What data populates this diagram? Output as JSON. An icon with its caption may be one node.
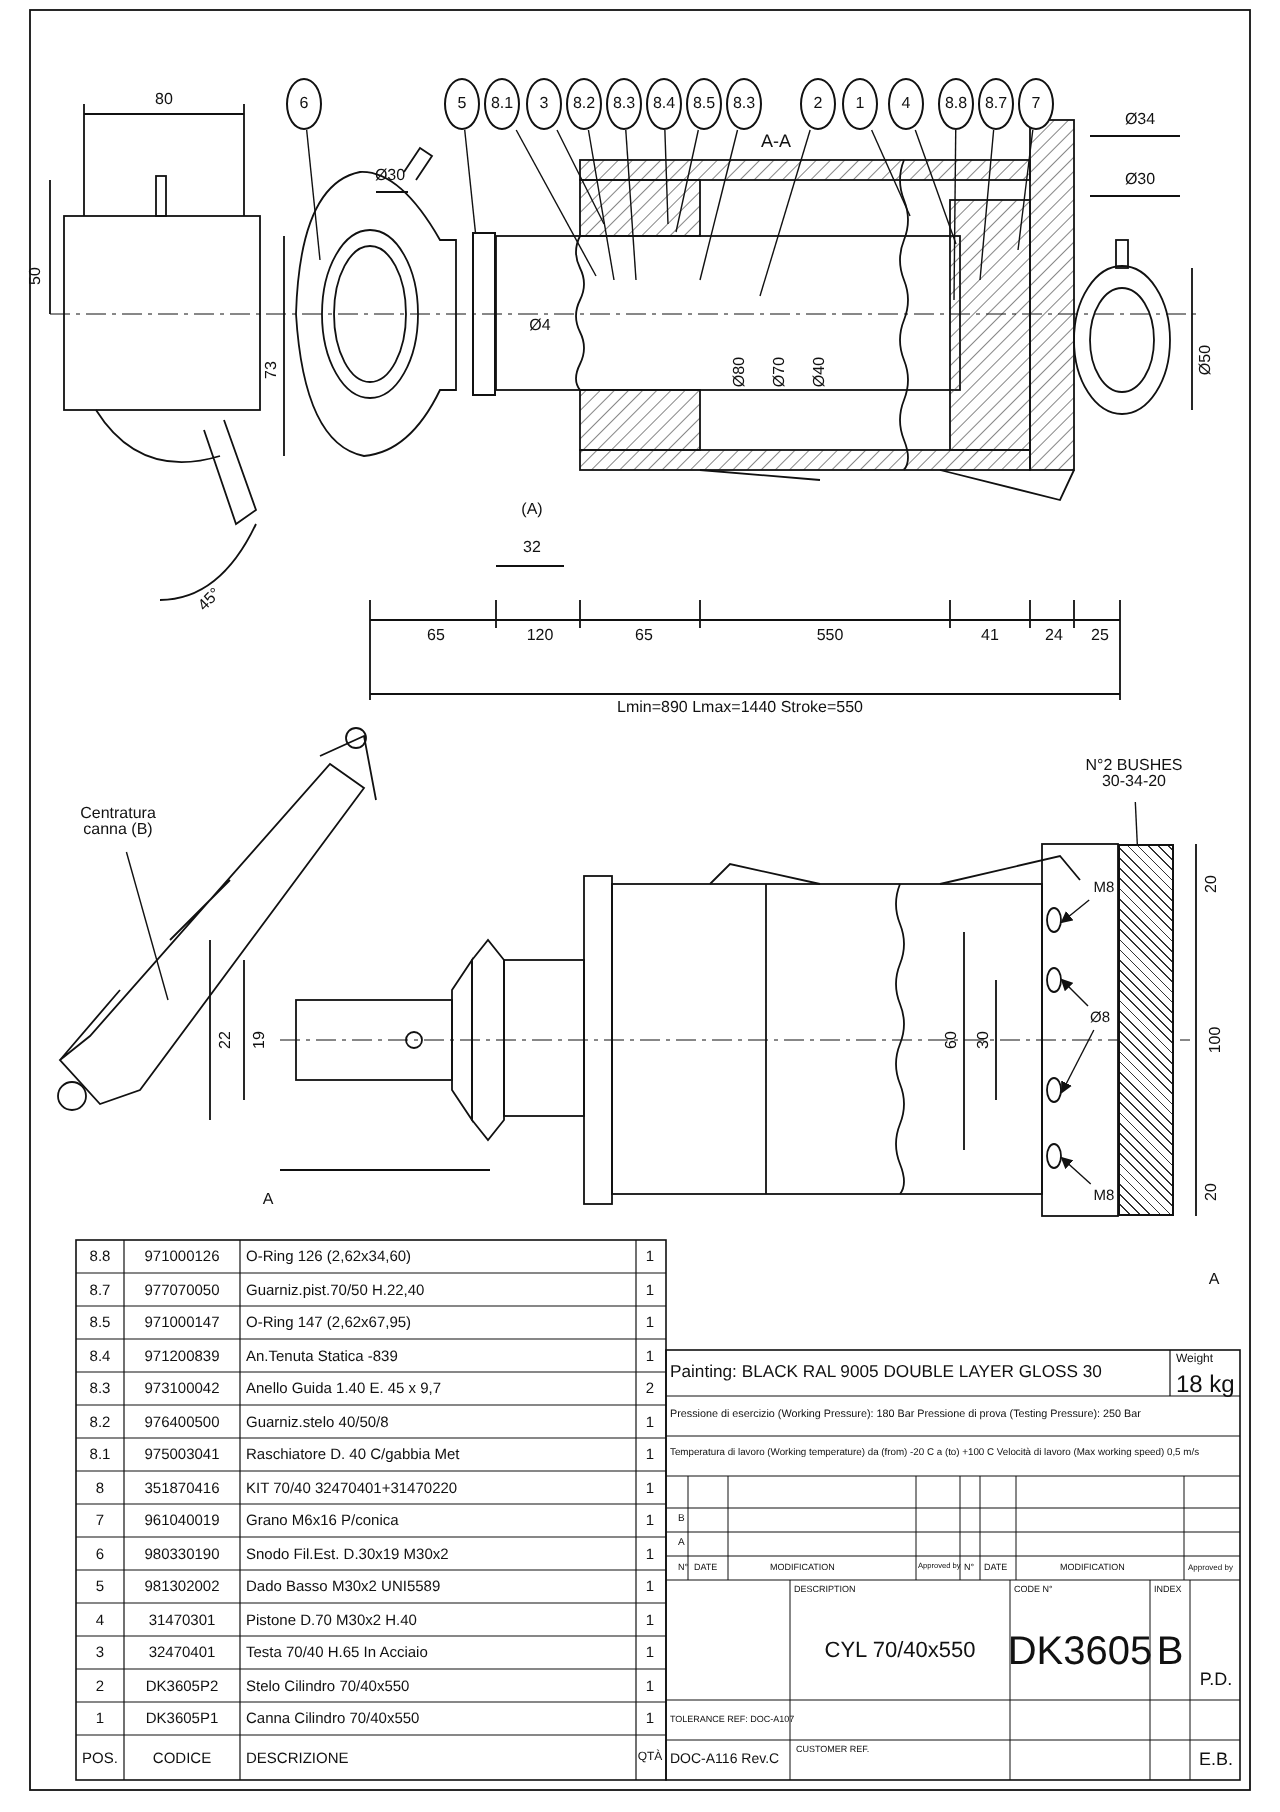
{
  "diagram": {
    "nodes": [
      {
        "text": [
          "6"
        ]
      },
      {
        "text": [
          "5"
        ]
      },
      {
        "text": [
          "8.1"
        ]
      },
      {
        "text": [
          "3"
        ]
      },
      {
        "text": [
          "8.2"
        ]
      },
      {
        "text": [
          "8.3"
        ]
      },
      {
        "text": [
          "8.4"
        ]
      },
      {
        "text": [
          "8.5"
        ]
      },
      {
        "text": [
          "8.3"
        ]
      },
      {
        "text": [
          "2"
        ]
      },
      {
        "text": [
          "1"
        ]
      },
      {
        "text": [
          "4"
        ]
      },
      {
        "text": [
          "8.8"
        ]
      },
      {
        "text": [
          "8.7"
        ]
      },
      {
        "text": [
          "7"
        ]
      },
      {
        "text": [
          "Centratura canna (B)"
        ]
      },
      {
        "text": [
          "N°2 BUSHES 30-34-20"
        ]
      },
      {
        "text": [
          "M8"
        ]
      },
      {
        "text": [
          "Ø8"
        ]
      },
      {
        "text": [
          "M8"
        ]
      },
      {
        "text": [],
        "shape": "box"
      },
      {
        "text": [],
        "shape": "box"
      }
    ],
    "edges": [
      {
        "from": 0,
        "to": null,
        "arrow": "none"
      },
      {
        "from": 1,
        "to": 20,
        "arrow": "none"
      },
      {
        "from": 2,
        "to": null,
        "arrow": "none"
      },
      {
        "from": 3,
        "to": null,
        "arrow": "none"
      },
      {
        "from": 4,
        "to": null,
        "arrow": "none"
      },
      {
        "from": 5,
        "to": null,
        "arrow": "none"
      },
      {
        "from": 6,
        "to": null,
        "arrow": "none"
      },
      {
        "from": 7,
        "to": null,
        "arrow": "none"
      },
      {
        "from": 8,
        "to": null,
        "arrow": "none"
      },
      {
        "from": 9,
        "to": null,
        "arrow": "none"
      },
      {
        "from": 10,
        "to": null,
        "arrow": "none"
      },
      {
        "from": 11,
        "to": null,
        "arrow": "none"
      },
      {
        "from": 12,
        "to": null,
        "arrow": "none"
      },
      {
        "from": 13,
        "to": null,
        "arrow": "none"
      },
      {
        "from": 14,
        "to": null,
        "arrow": "none"
      },
      {
        "from": 15,
        "to": null,
        "arrow": "none"
      },
      {
        "from": 16,
        "to": 21,
        "arrow": "none"
      },
      {
        "from": 17,
        "to": null,
        "arrow": "to"
      },
      {
        "from": 18,
        "to": null,
        "arrow": "to"
      },
      {
        "from": 18,
        "to": null,
        "arrow": "to"
      },
      {
        "from": 19,
        "to": null,
        "arrow": "to"
      }
    ],
    "labels": [
      "80",
      "50",
      "Ø30",
      "73",
      "45°",
      "Ø4",
      "(A)",
      "32",
      "A-A",
      "Ø80",
      "Ø70",
      "Ø40",
      "Ø34",
      "Ø30",
      "Ø50",
      "65",
      "120",
      "65",
      "550",
      "41",
      "24",
      "25",
      "Lmin=890 Lmax=1440 Stroke=550",
      "22",
      "19",
      "60",
      "30",
      "100",
      "20",
      "20",
      "A",
      "A",
      "8.8",
      "971000126",
      "O-Ring 126 (2,62x34,60)",
      "1",
      "8.7",
      "977070050",
      "Guarniz.pist.70/50 H.22,40",
      "1",
      "8.5",
      "971000147",
      "O-Ring 147 (2,62x67,95)",
      "1",
      "8.4",
      "971200839",
      "An.Tenuta Statica -839",
      "1",
      "8.3",
      "973100042",
      "Anello Guida 1.40 E. 45 x 9,7",
      "2",
      "8.2",
      "976400500",
      "Guarniz.stelo 40/50/8",
      "1",
      "8.1",
      "975003041",
      "Raschiatore D. 40 C/gabbia Met",
      "1",
      "8",
      "351870416",
      "KIT 70/40 32470401+31470220",
      "1",
      "7",
      "961040019",
      "Grano M6x16 P/conica",
      "1",
      "6",
      "980330190",
      "Snodo Fil.Est. D.30x19 M30x2",
      "1",
      "5",
      "981302002",
      "Dado Basso M30x2 UNI5589",
      "1",
      "4",
      "31470301",
      "Pistone D.70 M30x2 H.40",
      "1",
      "3",
      "32470401",
      "Testa 70/40 H.65 In Acciaio",
      "1",
      "2",
      "DK3605P2",
      "Stelo Cilindro 70/40x550",
      "1",
      "1",
      "DK3605P1",
      "Canna Cilindro 70/40x550",
      "1",
      "POS.",
      "CODICE",
      "DESCRIZIONE",
      "QTÀ",
      "Painting: BLACK RAL 9005 DOUBLE LAYER GLOSS 30",
      "Weight",
      "18 kg",
      "Pressione di esercizio (Working Pressure): 180 Bar Pressione di prova (Testing Pressure): 250 Bar",
      "Temperatura di lavoro (Working temperature) da (from) -20 C a (to) +100 C Velocità di lavoro (Max working speed) 0,5 m/s",
      "B",
      "A",
      "N°",
      "DATE",
      "MODIFICATION",
      "Approved by",
      "N°",
      "DATE",
      "MODIFICATION",
      "Approved by",
      "DESCRIPTION",
      "CYL 70/40x550",
      "CODE N°",
      "DK3605",
      "INDEX",
      "B",
      "P.D.",
      "E.B.",
      "TOLERANCE REF: DOC-A107",
      "DOC-A116 Rev.C",
      "CUSTOMER REF."
    ]
  }
}
